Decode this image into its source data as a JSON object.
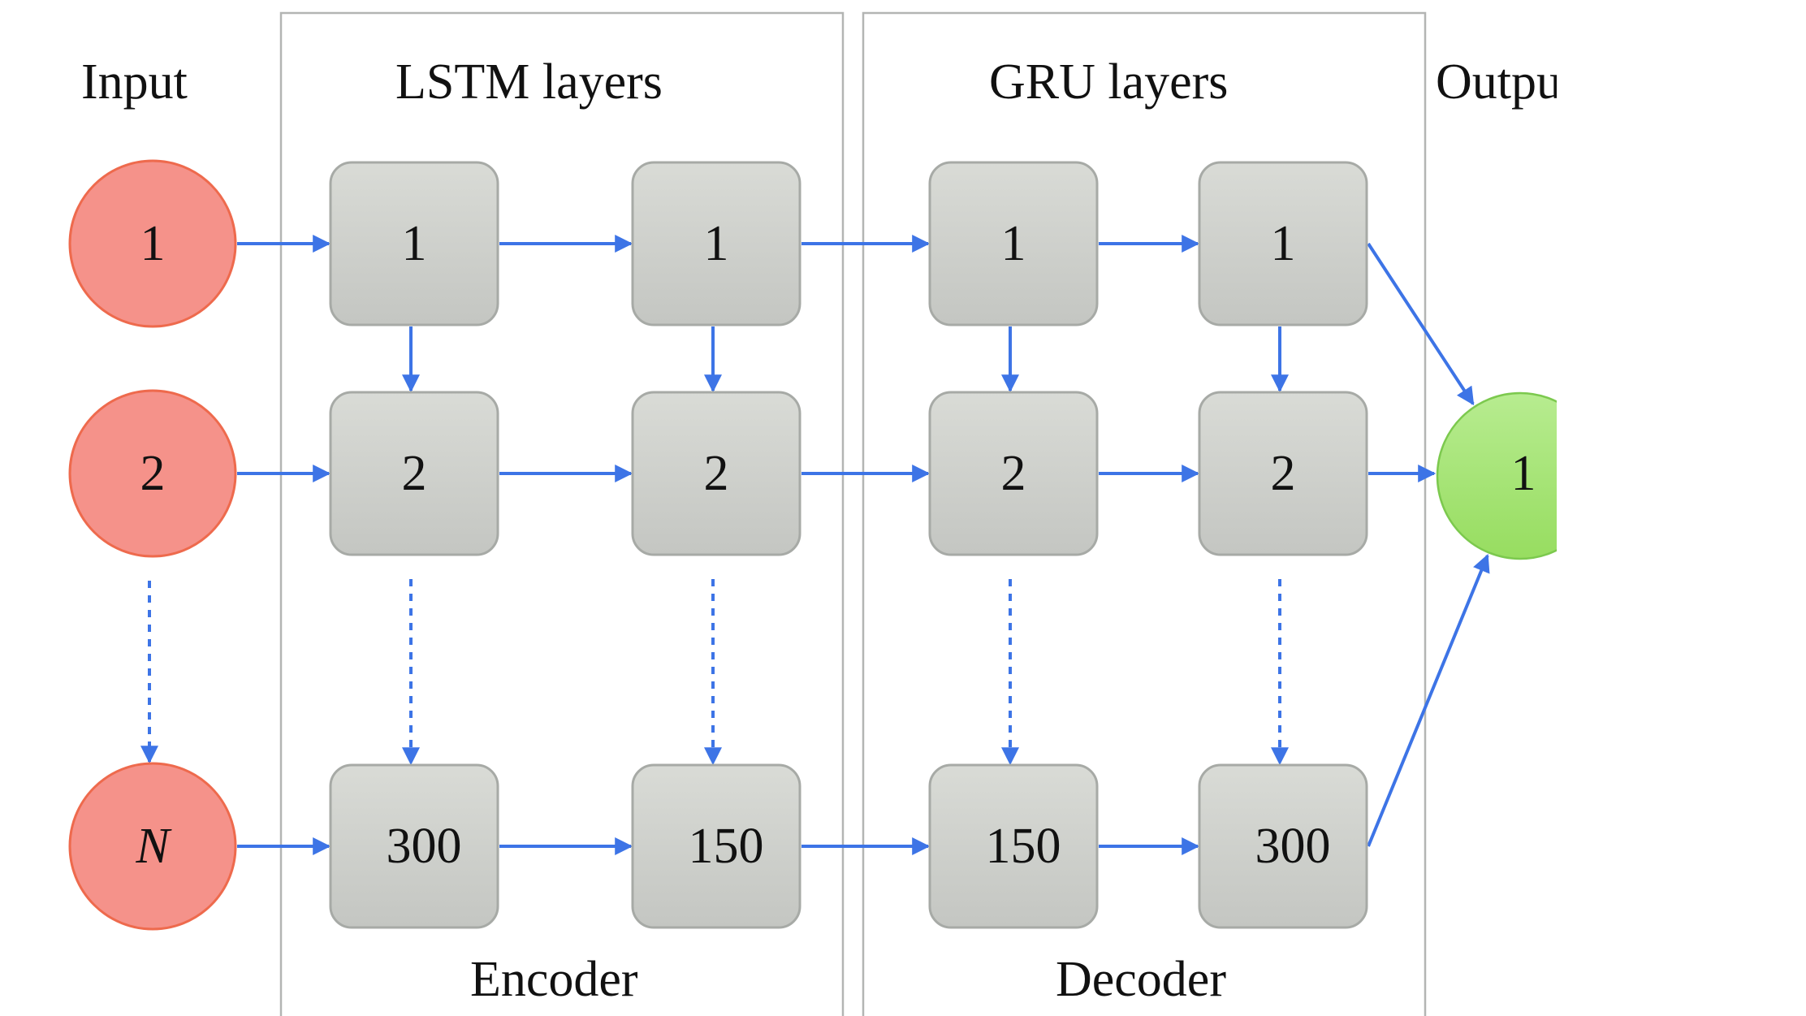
{
  "headers": {
    "input": "Input",
    "lstm": "LSTM layers",
    "gru": "GRU layers",
    "output": "Outpu"
  },
  "footers": {
    "encoder": "Encoder",
    "decoder": "Decoder"
  },
  "input_nodes": [
    "1",
    "2",
    "N"
  ],
  "lstm_layer_1": [
    "1",
    "2",
    "300"
  ],
  "lstm_layer_2": [
    "1",
    "2",
    "150"
  ],
  "gru_layer_1": [
    "1",
    "2",
    "150"
  ],
  "gru_layer_2": [
    "1",
    "2",
    "300"
  ],
  "output_node": "1",
  "colors": {
    "input_fill": "#f5928a",
    "input_stroke": "#ee6a4d",
    "cell_fill_top": "#d9dbd6",
    "cell_fill_bottom": "#c4c6c2",
    "cell_stroke": "#a7aaa6",
    "output_fill": "#a9e67c",
    "output_stroke": "#7cc94e",
    "arrow": "#3d74e6",
    "frame": "#b3b5b3"
  }
}
